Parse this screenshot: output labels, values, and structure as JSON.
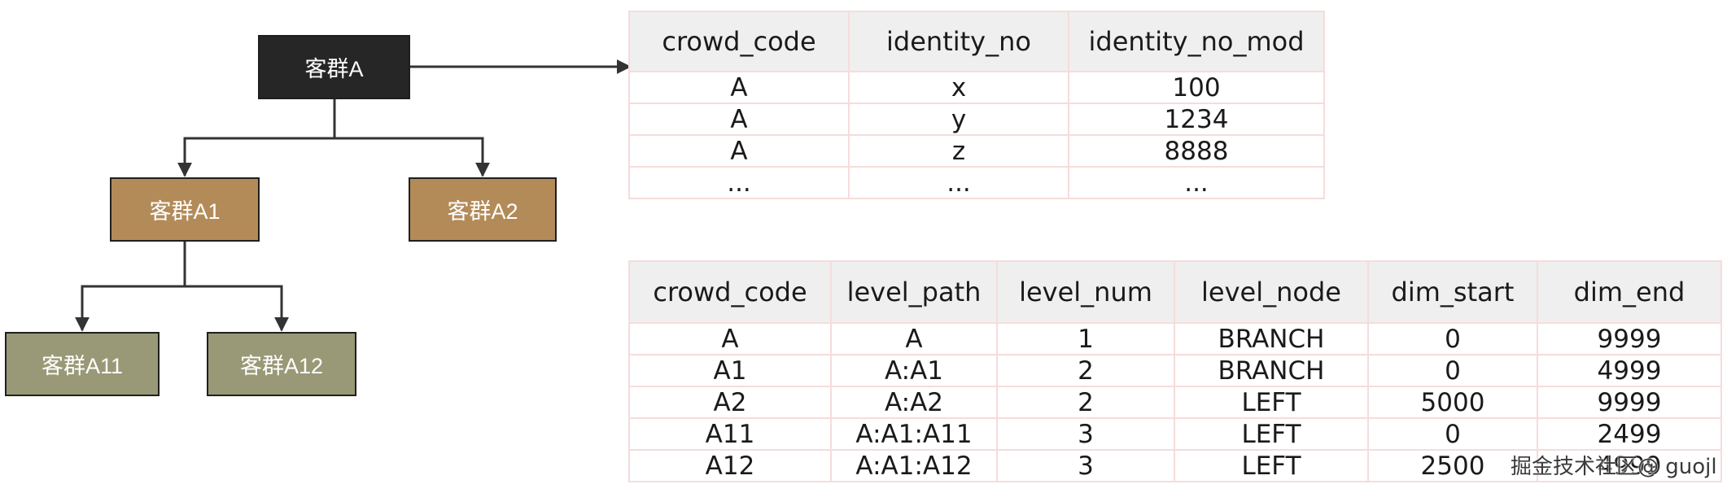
{
  "colors": {
    "root_fill": "#262626",
    "level1_fill": "#b38b59",
    "level2_fill": "#999977",
    "edge": "#333333",
    "table_border": "#f6dcdc",
    "header_bg": "#efefef"
  },
  "tree": {
    "root": {
      "label": "客群A"
    },
    "a1": {
      "label": "客群A1"
    },
    "a2": {
      "label": "客群A2"
    },
    "a11": {
      "label": "客群A11"
    },
    "a12": {
      "label": "客群A12"
    }
  },
  "identity_table": {
    "columns": [
      "crowd_code",
      "identity_no",
      "identity_no_mod"
    ],
    "rows": [
      [
        "A",
        "x",
        "100"
      ],
      [
        "A",
        "y",
        "1234"
      ],
      [
        "A",
        "z",
        "8888"
      ],
      [
        "...",
        "...",
        "..."
      ]
    ]
  },
  "level_table": {
    "columns": [
      "crowd_code",
      "level_path",
      "level_num",
      "level_node",
      "dim_start",
      "dim_end"
    ],
    "rows": [
      [
        "A",
        "A",
        "1",
        "BRANCH",
        "0",
        "9999"
      ],
      [
        "A1",
        "A:A1",
        "2",
        "BRANCH",
        "0",
        "4999"
      ],
      [
        "A2",
        "A:A2",
        "2",
        "LEFT",
        "5000",
        "9999"
      ],
      [
        "A11",
        "A:A1:A11",
        "3",
        "LEFT",
        "0",
        "2499"
      ],
      [
        "A12",
        "A:A1:A12",
        "3",
        "LEFT",
        "2500",
        "4999"
      ]
    ]
  },
  "watermark": "掘金技术社区@ guojl"
}
